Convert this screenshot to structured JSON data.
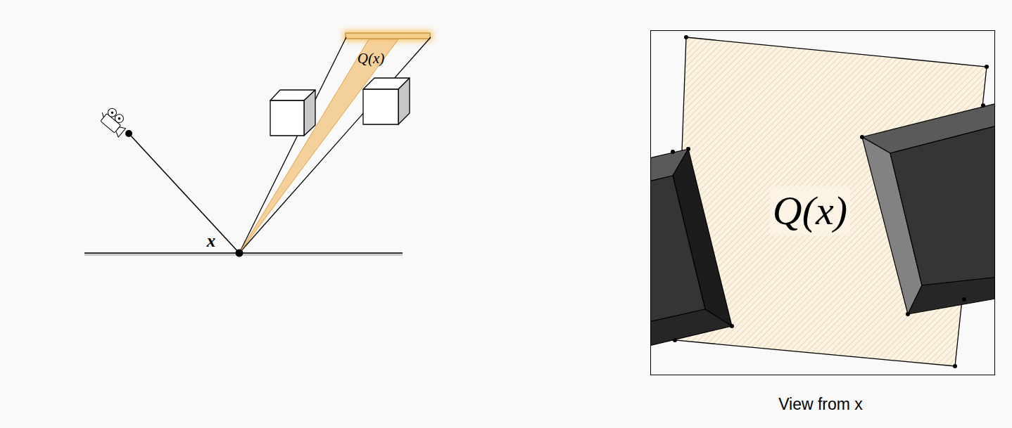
{
  "diagram": {
    "nodes": [
      {
        "text": [
          "Q(x)",
          "View from x"
        ]
      }
    ],
    "labels": [
      "Q(x)",
      "x"
    ]
  }
}
